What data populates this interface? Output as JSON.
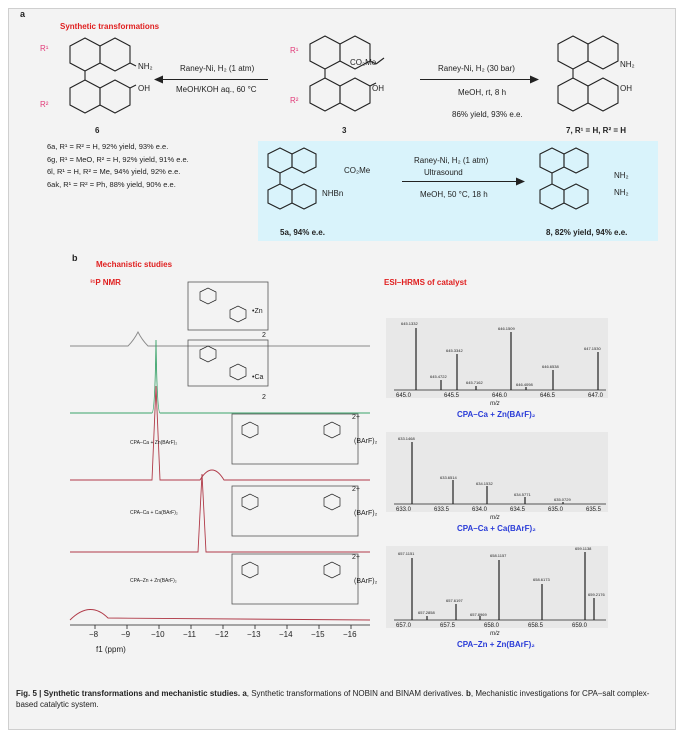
{
  "panel_a": {
    "letter": "a",
    "title": "Synthetic transformations",
    "left_conditions_1": "Raney-Ni, H₂ (1 atm)",
    "left_conditions_2": "MeOH/KOH aq., 60 °C",
    "right_conditions_1": "Raney-Ni, H₂ (30 bar)",
    "right_conditions_2": "MeOH, rt, 8 h",
    "right_yield": "86% yield, 93% e.e.",
    "compound_6": "6",
    "compound_3": "3",
    "compound_7": "7, R¹ = H, R² = H",
    "list": [
      "6a, R¹ = R² = H, 92% yield, 93% e.e.",
      "6g, R¹ = MeO, R² = H, 92% yield, 91% e.e.",
      "6l, R¹ = H, R² = Me, 94% yield, 92% e.e.",
      "6ak, R¹ = R² = Ph, 88% yield, 90% e.e."
    ],
    "inset_cond_1": "Raney-Ni, H₂ (1 atm)",
    "inset_cond_2": "Ultrasound",
    "inset_cond_3": "MeOH, 50 °C, 18 h",
    "inset_5a": "5a, 94% e.e.",
    "inset_8": "8, 82% yield, 94% e.e.",
    "r1": "R¹",
    "r2": "R²",
    "nh2": "NH₂",
    "oh": "OH",
    "co2me": "CO₂Me",
    "nhbn": "NHBn"
  },
  "panel_b": {
    "letter": "b",
    "title": "Mechanistic studies",
    "nmr_title": "³¹P NMR",
    "esi_title": "ESI–HRMS of catalyst",
    "xlabel": "f1 (ppm)",
    "ticks": [
      "−8",
      "−9",
      "−10",
      "−11",
      "−12",
      "−13",
      "−14",
      "−15",
      "−16"
    ],
    "zn_label": "•Zn",
    "ca_label": "•Ca",
    "sub_2": "2",
    "charge_2plus": "2+",
    "barf": "(BArF)₂",
    "mix_1": "CPA–Ca  +  Zn(BArF)₂",
    "mix_2": "CPA–Ca  +  Ca(BArF)₂",
    "mix_3": "CPA–Zn  +  Zn(BArF)₂",
    "ms": [
      {
        "label": "CPA–Ca + Zn(BArF)₂",
        "xlabel": "m/z",
        "ticks": [
          "645.0",
          "645.5",
          "646.0",
          "646.5",
          "647.0"
        ],
        "peaks": [
          "645.1332",
          "645.3342",
          "645.4722",
          "645.7162",
          "646.1509",
          "646.4098",
          "646.6538",
          "647.1530"
        ]
      },
      {
        "label": "CPA–Ca + Ca(BArF)₂",
        "xlabel": "m/z",
        "ticks": [
          "633.0",
          "633.5",
          "634.0",
          "634.5",
          "635.0",
          "635.5"
        ],
        "peaks": [
          "633.1468",
          "633.6514",
          "634.1532",
          "634.5771",
          "635.0729"
        ]
      },
      {
        "label": "CPA–Zn + Zn(BArF)₂",
        "xlabel": "m/z",
        "ticks": [
          "657.0",
          "657.5",
          "658.0",
          "658.5",
          "659.0"
        ],
        "peaks": [
          "657.1151",
          "657.2858",
          "657.6197",
          "657.8969",
          "658.1157",
          "658.6173",
          "659.1138",
          "659.2176"
        ]
      }
    ]
  },
  "caption": {
    "figlabel": "Fig. 5 | Synthetic transformations and mechanistic studies.",
    "a_label": "a",
    "a_text": ", Synthetic transformations of NOBIN and BINAM derivatives.",
    "b_label": "b",
    "b_text": ", Mechanistic investigations for CPA–salt complex-based catalytic system."
  },
  "colors": {
    "frame_bg": "#f3f3f3",
    "title_red": "#e02020",
    "label_pink": "#e23c7a",
    "label_blue": "#2a3cd8",
    "inset_bg": "#d9f3fb",
    "nmr_gray": "#8a8a8a",
    "nmr_green": "#3aa36a",
    "nmr_red": "#b03a48"
  }
}
